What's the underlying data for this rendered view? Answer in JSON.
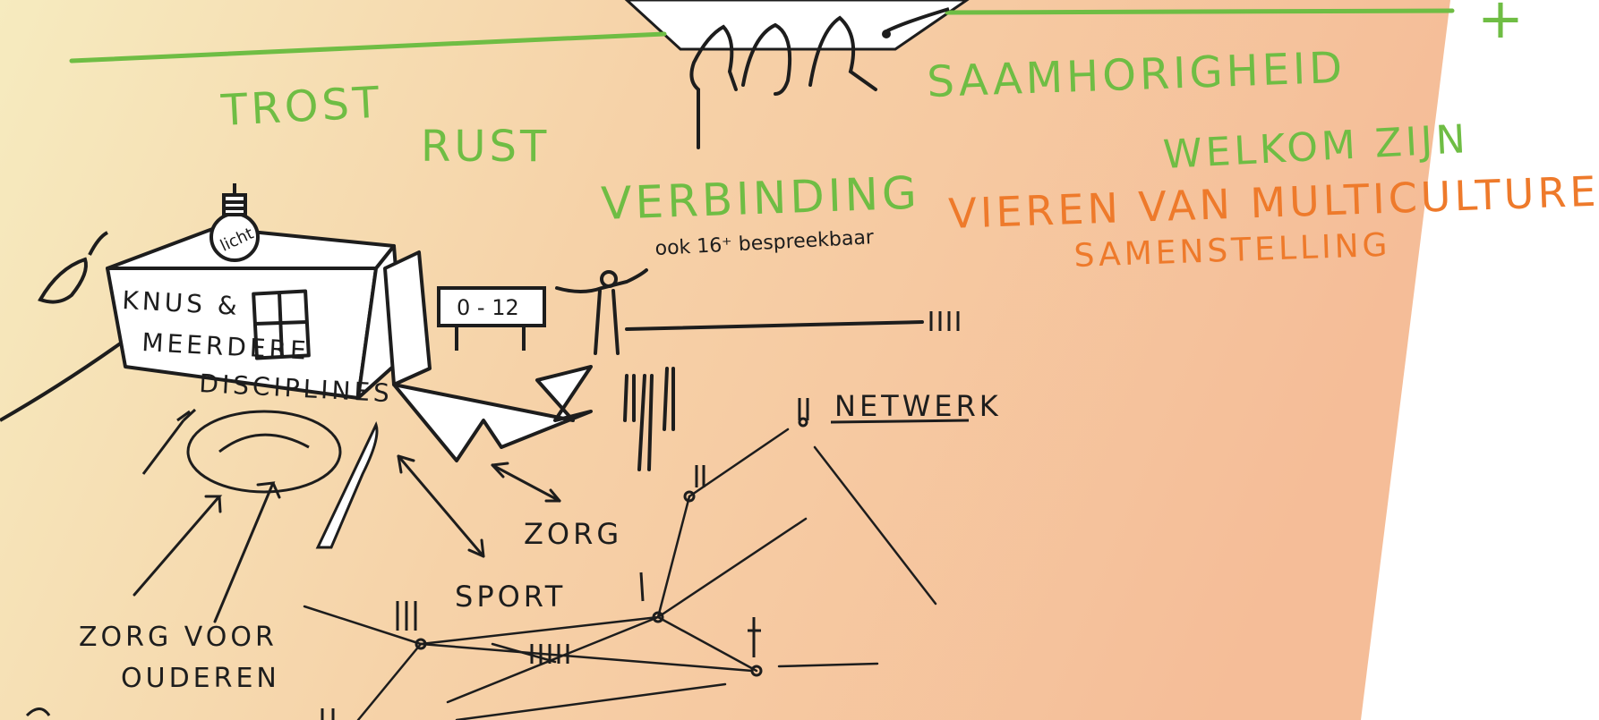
{
  "colors": {
    "green": "#6fbd44",
    "orange": "#ee7a2b",
    "ink": "#1d1d1d",
    "bg_left": "#f7ecc0",
    "bg_right": "#f6c4a0"
  },
  "words": {
    "trost": "TROST",
    "rust": "RUST",
    "verbinding": "VERBINDING",
    "verbinding_note": "ook 16⁺ bespreekbaar",
    "saamhorigheid": "SAAMHORIGHEID",
    "welkom": "WELKOM ZIJN",
    "vieren_line1": "VIEREN VAN MULTICULTURELE",
    "vieren_line2": "SAMENSTELLING",
    "plus": "+"
  },
  "house": {
    "bulb_label": "licht",
    "line1": "KNUS &",
    "line2": "MEERDERE",
    "line3": "DISCIPLINES"
  },
  "sign_label": "0 - 12",
  "labels": {
    "zorg": "ZORG",
    "sport": "SPORT",
    "zorg_voor": "ZORG VOOR",
    "ouderen": "OUDEREN",
    "netwerk": "NETWERK"
  }
}
